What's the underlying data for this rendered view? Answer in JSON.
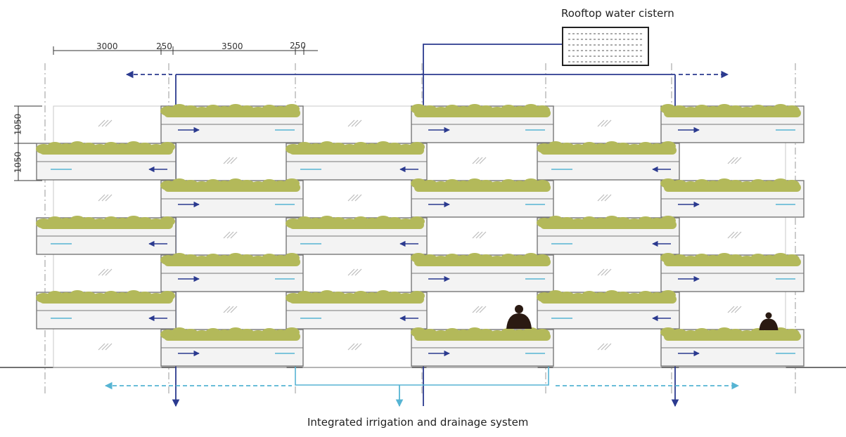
{
  "title_top": "Rooftop water cistern",
  "title_bottom": "Integrated irrigation and drainage system",
  "dimensions": {
    "horizontal": [
      "3000",
      "250",
      "3500",
      "250"
    ],
    "vertical": [
      "1050",
      "1050"
    ]
  },
  "colors": {
    "irrigation": "#2b3a8f",
    "drainage": "#56b4d3",
    "plant": "#b3b95a",
    "box_stroke": "#777777",
    "box_fill": "#f3f3f3",
    "person": "#2a1a12"
  }
}
